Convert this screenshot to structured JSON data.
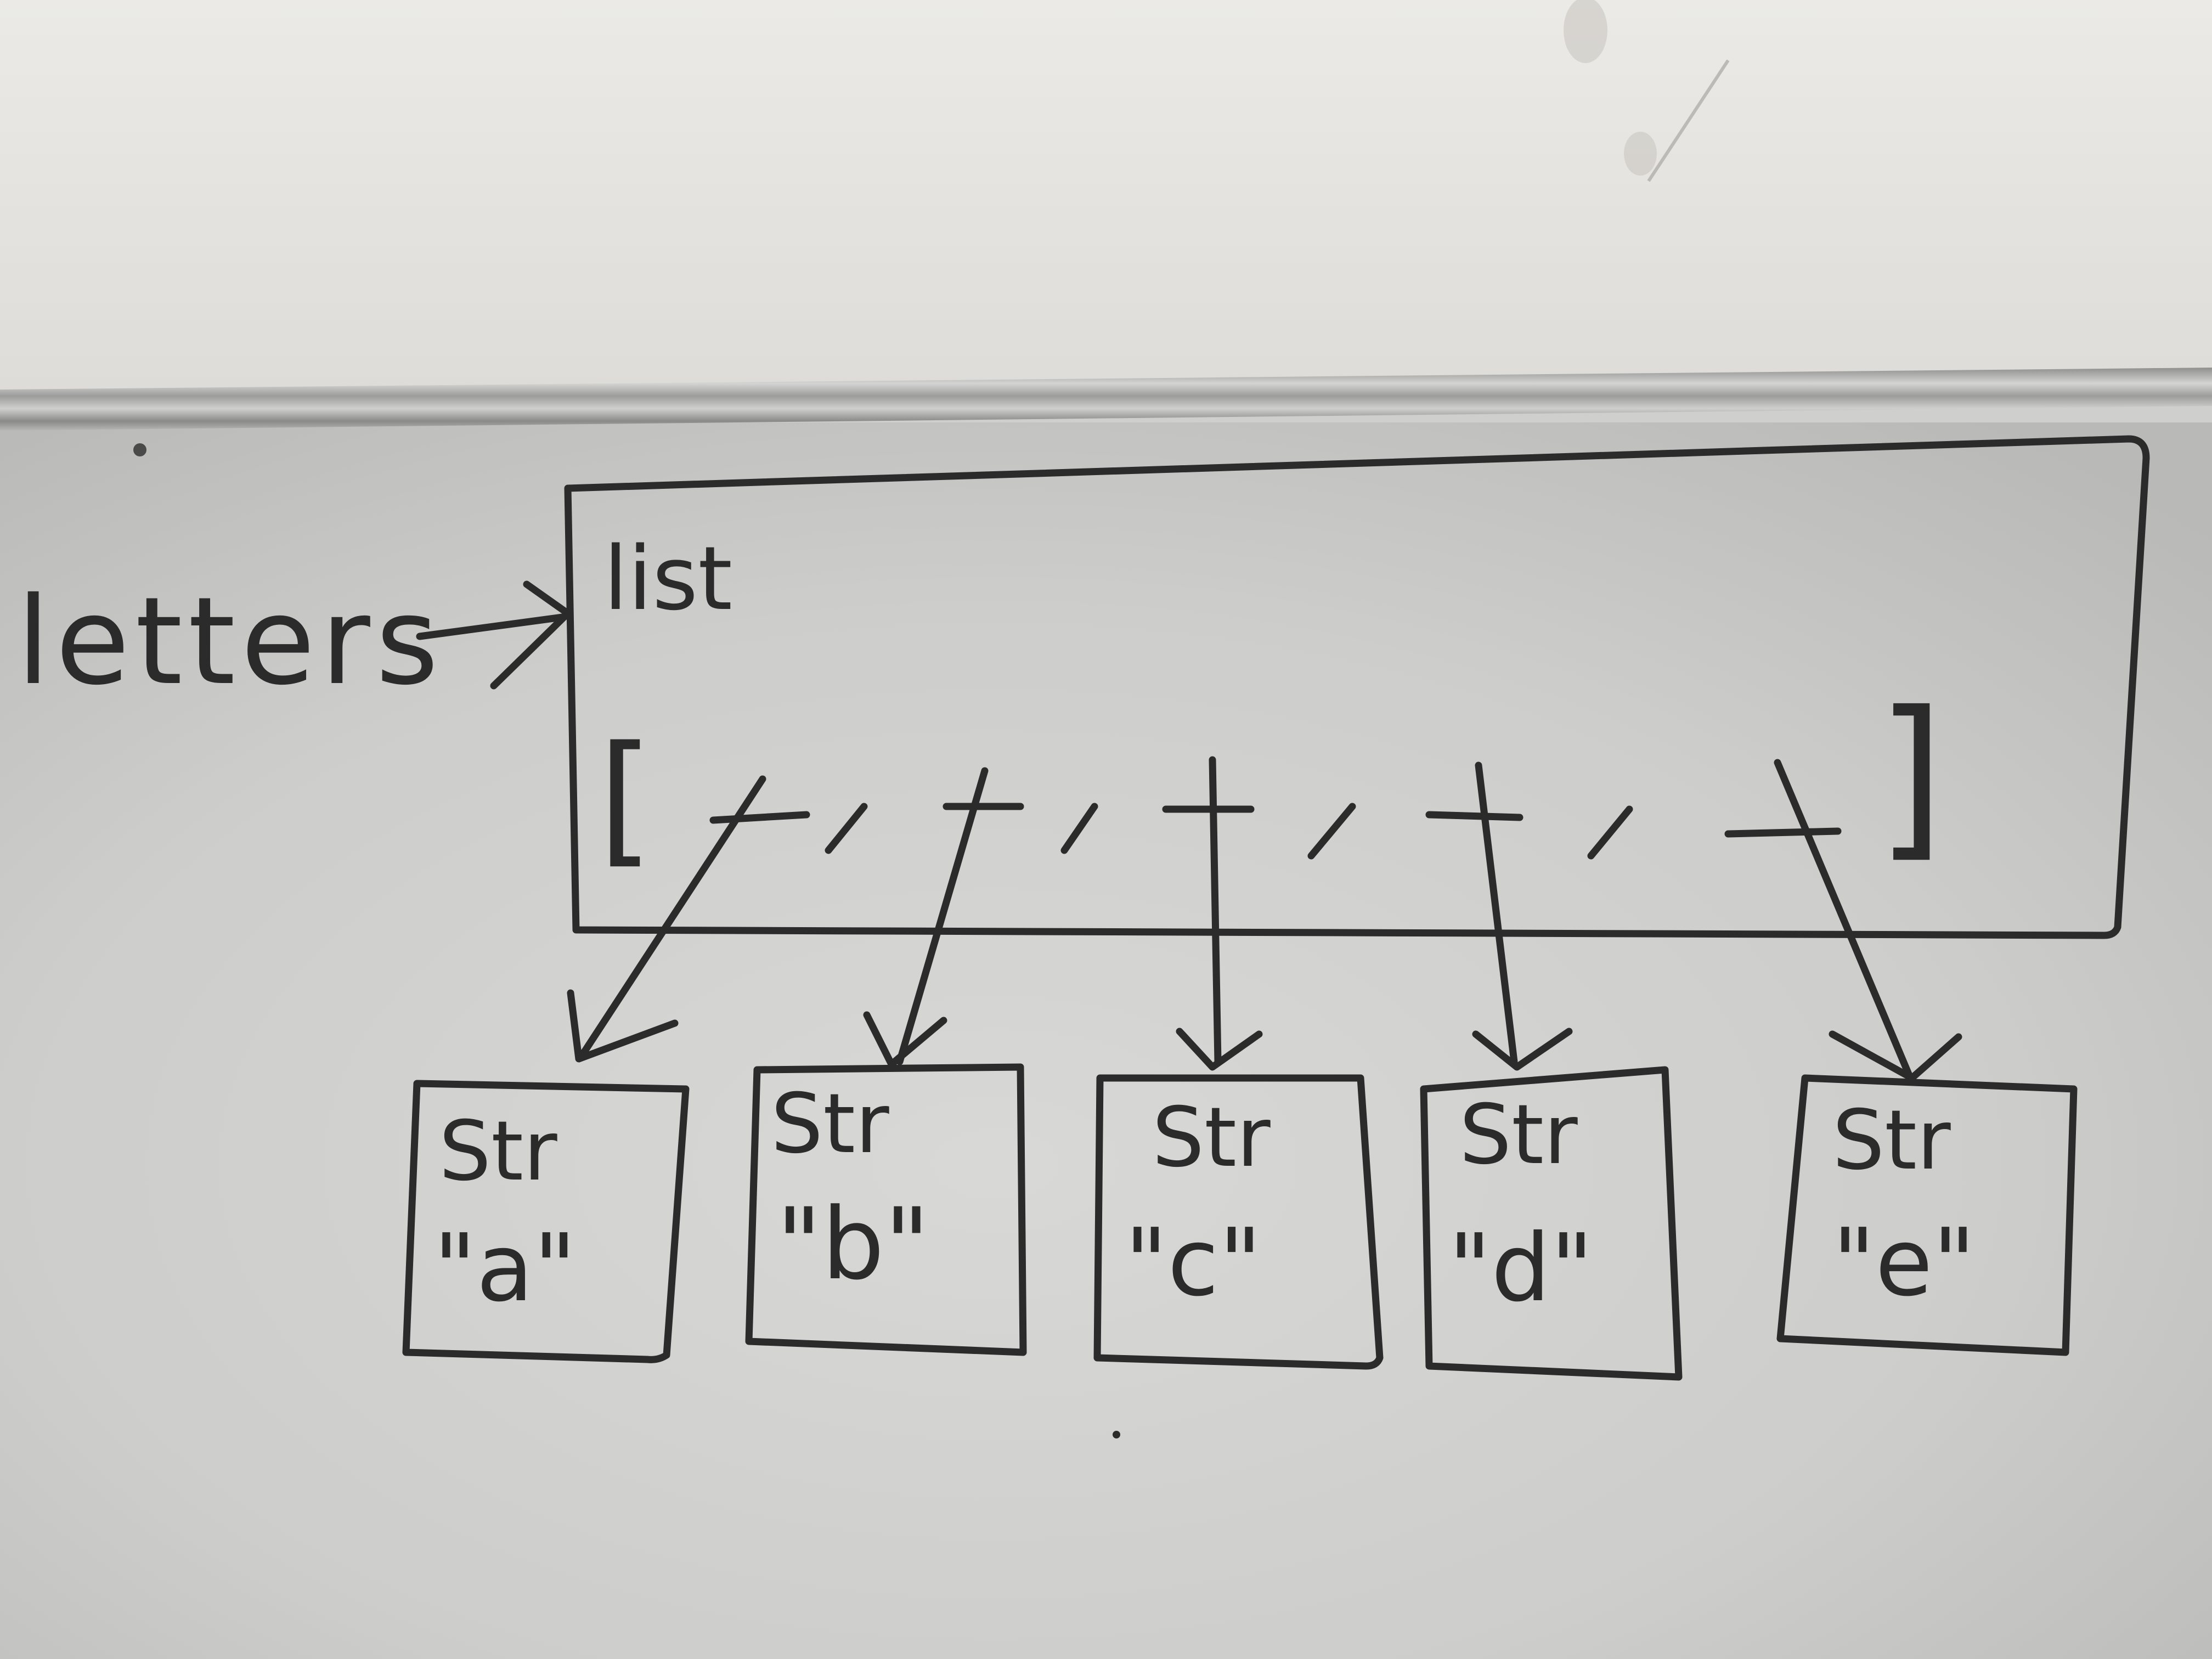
{
  "variable": {
    "name": "letters"
  },
  "list_object": {
    "type_label": "list",
    "open_bracket": "[",
    "close_bracket": "]",
    "slot_count": 5
  },
  "string_objects": [
    {
      "type_label": "Str",
      "value": "\"a\""
    },
    {
      "type_label": "Str",
      "value": "\"b\""
    },
    {
      "type_label": "Str",
      "value": "\"c\""
    },
    {
      "type_label": "Str",
      "value": "\"d\""
    },
    {
      "type_label": "Str",
      "value": "\"e\""
    }
  ],
  "colors": {
    "marker": "#2b2b2b",
    "board": "#cfcfcd",
    "wall": "#e7e6e2",
    "rail": "#a9aaa8"
  }
}
